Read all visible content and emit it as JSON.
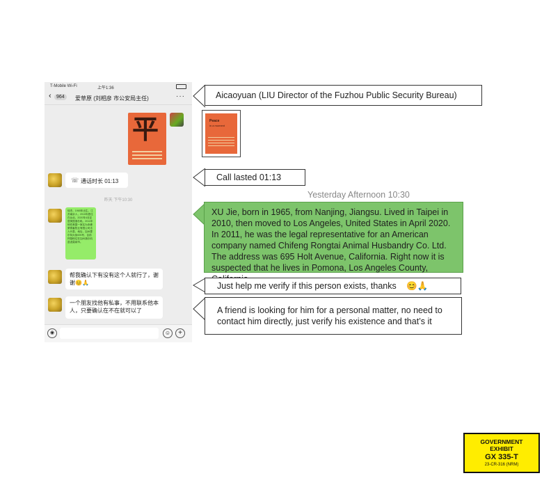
{
  "phone": {
    "status_carrier": "T-Mobile Wi-Fi",
    "status_time": "上午1:36",
    "unread_count": "964",
    "chat_title": "爱草原 (刘相彦 市公安局主任)",
    "call_duration": "通话时长 01:13",
    "timestamp": "昨天 下午10:30",
    "green_message": "徐杰，1965年出生，江苏南京人，2010年居住在台北，2020年4月定居美国洛杉矶。2011年他任美国一家名为赤峰荣泰畜牧业有限公司法人代表，地址，加州霍尔特大街695号，目前怀疑他住在加州洛杉矶县波莫纳市。",
    "msg_verify": "帮我确认下有没有这个人就行了，谢谢😊🙏",
    "msg_friend": "一个朋友找他有私事，不用联系他本人，只要确认在不在就可以了"
  },
  "translations": {
    "title": "Aicaoyuan (LIU Director of the Fuzhou Public Security Bureau)",
    "sticker_title": "Peace",
    "sticker_subtitle": "in a moment",
    "call": "Call lasted 01:13",
    "timestamp": "Yesterday Afternoon 10:30",
    "green_message": "XU Jie, born in 1965, from Nanjing, Jiangsu. Lived in Taipei in 2010, then moved to Los Angeles, United States in April 2020. In 2011, he was the legal representative for an American company named Chifeng Rongtai Animal Husbandry Co. Ltd. The address was 695 Holt Avenue, California. Right now it is suspected that he lives in Pomona, Los Angeles County, California.",
    "verify": "Just help me verify if this person exists, thanks",
    "verify_emoji": "😊🙏",
    "friend": "A friend is looking for him for a personal matter, no need to contact him directly, just verify his existence and that’s it"
  },
  "exhibit": {
    "line1": "GOVERNMENT",
    "line2": "EXHIBIT",
    "number": "GX 335-T",
    "case": "23-CR-316 (NRM)"
  },
  "colors": {
    "green_box": "#7dc46b",
    "wechat_green": "#95ec69",
    "exhibit_yellow": "#ffed00"
  }
}
